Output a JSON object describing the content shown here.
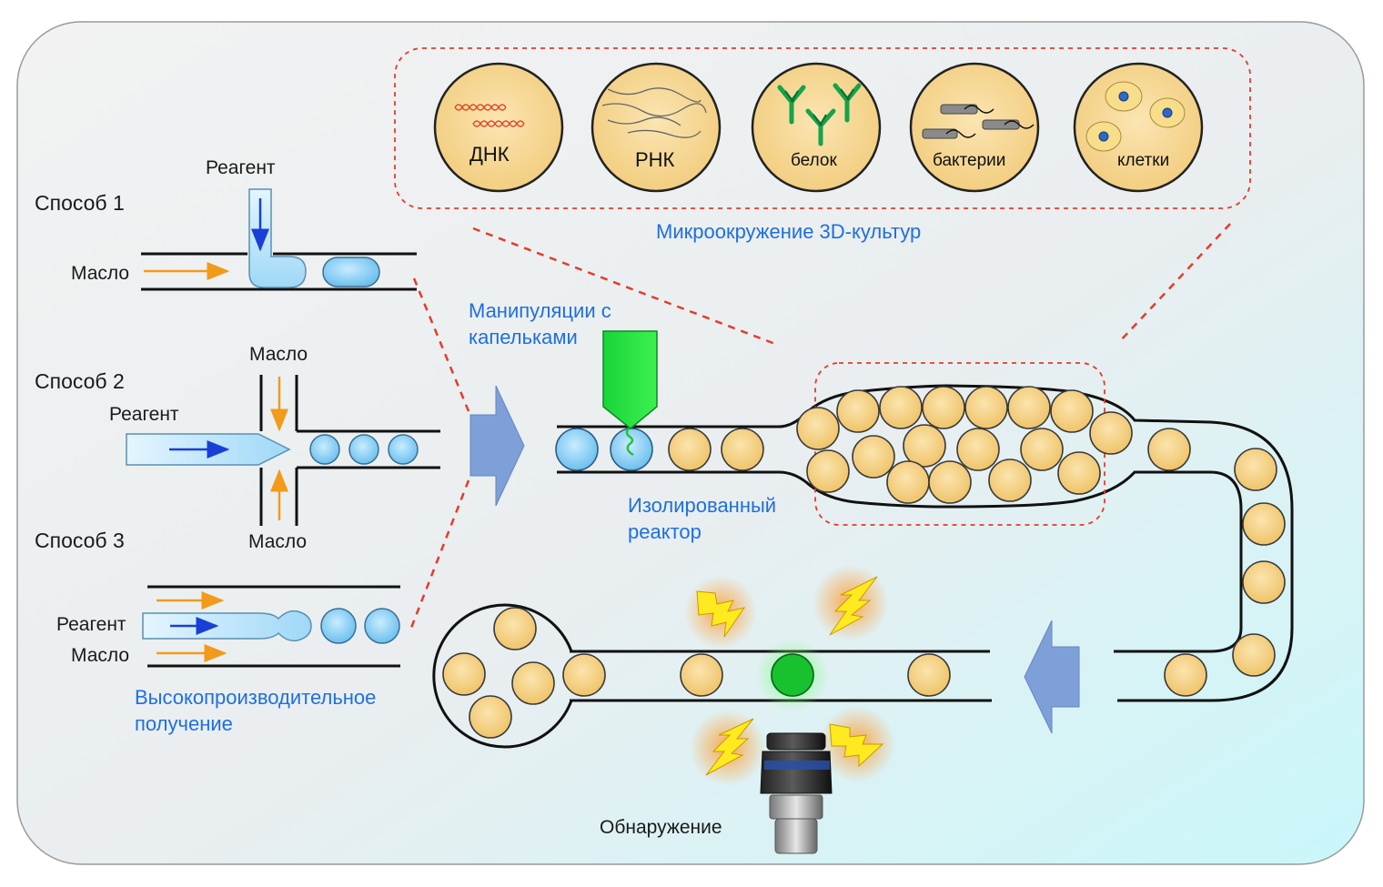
{
  "methods": {
    "m1": {
      "title": "Способ 1",
      "reagent": "Реагент",
      "oil": "Масло"
    },
    "m2": {
      "title": "Способ 2",
      "reagent": "Реагент",
      "oil_top": "Масло",
      "oil_bottom": "Масло"
    },
    "m3": {
      "title": "Способ 3",
      "reagent": "Реагент",
      "oil": "Масло"
    }
  },
  "labels": {
    "high_throughput_line1": "Высокопроизводительное",
    "high_throughput_line2": "получение",
    "manipulation_line1": "Манипуляции с",
    "manipulation_line2": "капельками",
    "isolated_line1": "Изолированный",
    "isolated_line2": "реактор",
    "detection": "Обнаружение",
    "microenv": "Микроокружение 3D-культур"
  },
  "culture_items": [
    {
      "label": "ДНК",
      "icon": "dna-icon"
    },
    {
      "label": "РНК",
      "icon": "rna-icon"
    },
    {
      "label": "белок",
      "icon": "antibody-icon"
    },
    {
      "label": "бактерии",
      "icon": "bacteria-icon"
    },
    {
      "label": "клетки",
      "icon": "cell-icon"
    }
  ],
  "colors": {
    "accent_blue_text": "#1f6fe0",
    "droplet_blue": "#8fd0f5",
    "droplet_yellow": "#f6d48a",
    "highlight_green": "#22d13a",
    "arrow_blue": "#7f9fd8",
    "dashed_red": "#e53b2a",
    "oil_arrow": "#f39a1a",
    "flow_arrow": "#1a3fd6"
  }
}
